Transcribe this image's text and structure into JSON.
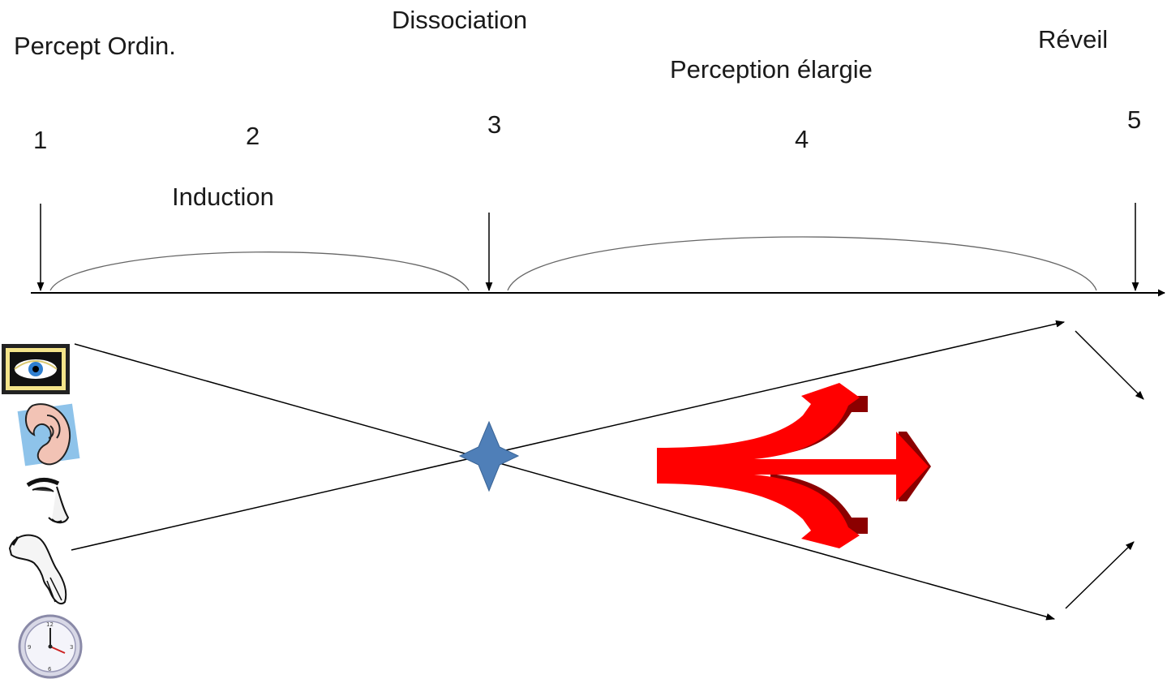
{
  "stages": {
    "percept_ordin": "Percept Ordin.",
    "induction": "Induction",
    "dissociation": "Dissociation",
    "perception_elargie": "Perception élargie",
    "reveil": "Réveil"
  },
  "numbers": {
    "n1": "1",
    "n2": "2",
    "n3": "3",
    "n4": "4",
    "n5": "5"
  },
  "icons": {
    "eye": "eye-picture-icon",
    "ear": "ear-icon",
    "nose": "nose-icon",
    "hand": "hand-icon",
    "clock": "clock-icon",
    "star": "four-point-star-icon",
    "arrow": "three-headed-red-arrow-icon"
  },
  "colors": {
    "line": "#000000",
    "star": "#4f7fb8",
    "arrow_red": "#ff0000",
    "arrow_dark": "#8b0000"
  }
}
